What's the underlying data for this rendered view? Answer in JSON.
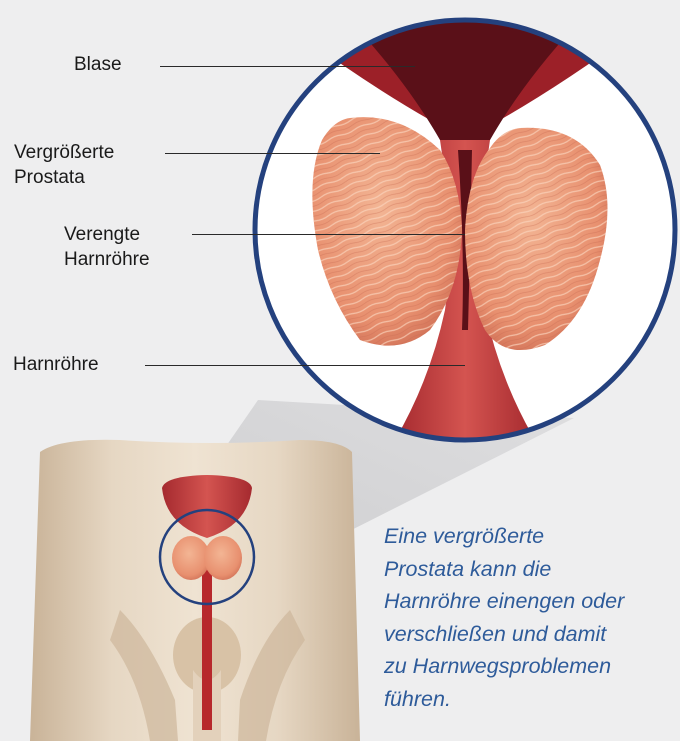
{
  "labels": {
    "bladder": "Blase",
    "enlarged_prostate": "Vergrößerte\nProstata",
    "narrowed_urethra": "Verengte\nHarnröhre",
    "urethra": "Harnröhre"
  },
  "caption": "Eine vergrößerte\nProstata kann die\nHarnröhre einengen oder\nverschließen und damit\nzu Harnwegsproblemen\nführen.",
  "colors": {
    "background": "#eeeeef",
    "magnifier_ring": "#24417e",
    "caption_text": "#2e5b9a",
    "muscle_red": "#c8403f",
    "prostate_tissue": "#e9977a",
    "skin": "#e2d2bd"
  }
}
